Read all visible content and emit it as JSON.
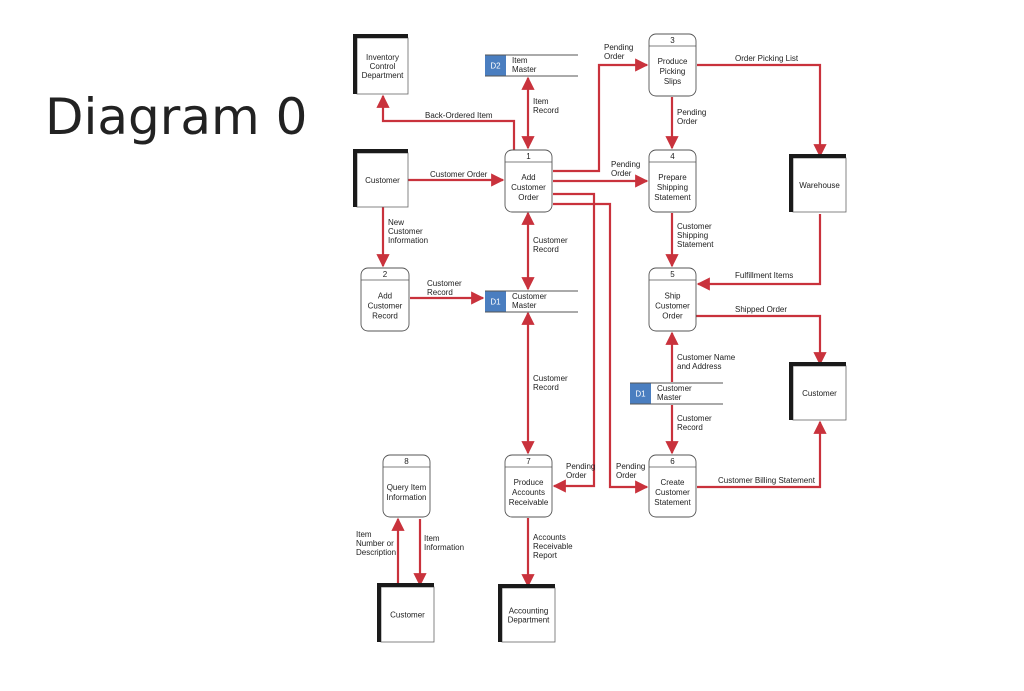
{
  "slide": {
    "title": "Diagram 0"
  },
  "colors": {
    "flow": "#c9323c",
    "store_id_bg": "#4a7ec0",
    "entity_shadow": "#1a1a1a"
  },
  "entities": {
    "inventory": [
      "Inventory",
      "Control",
      "Department"
    ],
    "customer_top": [
      "Customer"
    ],
    "warehouse": [
      "Warehouse"
    ],
    "customer_right": [
      "Customer"
    ],
    "customer_bottom": [
      "Customer"
    ],
    "accounting": [
      "Accounting",
      "Department"
    ]
  },
  "processes": {
    "p1": {
      "num": "1",
      "lines": [
        "Add",
        "Customer",
        "Order"
      ]
    },
    "p2": {
      "num": "2",
      "lines": [
        "Add",
        "Customer",
        "Record"
      ]
    },
    "p3": {
      "num": "3",
      "lines": [
        "Produce",
        "Picking",
        "Slips"
      ]
    },
    "p4": {
      "num": "4",
      "lines": [
        "Prepare",
        "Shipping",
        "Statement"
      ]
    },
    "p5": {
      "num": "5",
      "lines": [
        "Ship",
        "Customer",
        "Order"
      ]
    },
    "p6": {
      "num": "6",
      "lines": [
        "Create",
        "Customer",
        "Statement"
      ]
    },
    "p7": {
      "num": "7",
      "lines": [
        "Produce",
        "Accounts",
        "Receivable"
      ]
    },
    "p8": {
      "num": "8",
      "lines": [
        "Query Item",
        "Information"
      ]
    }
  },
  "stores": {
    "d2": {
      "id": "D2",
      "lines": [
        "Item",
        "Master"
      ]
    },
    "d1a": {
      "id": "D1",
      "lines": [
        "Customer",
        "Master"
      ]
    },
    "d1b": {
      "id": "D1",
      "lines": [
        "Customer",
        "Master"
      ]
    }
  },
  "flows": {
    "back_ordered": [
      "Back-Ordered Item"
    ],
    "item_record": [
      "Item",
      "Record"
    ],
    "pending_to3": [
      "Pending",
      "Order"
    ],
    "order_picking": [
      "Order Picking List"
    ],
    "customer_order": [
      "Customer Order"
    ],
    "pending_3to4": [
      "Pending",
      "Order"
    ],
    "pending_to4": [
      "Pending",
      "Order"
    ],
    "new_customer": [
      "New",
      "Customer",
      "Information"
    ],
    "customer_record_1": [
      "Customer",
      "Record"
    ],
    "customer_shipping": [
      "Customer",
      "Shipping",
      "Statement"
    ],
    "fulfillment": [
      "Fulfillment Items"
    ],
    "customer_record_2": [
      "Customer",
      "Record"
    ],
    "shipped_order": [
      "Shipped Order"
    ],
    "customer_record_3": [
      "Customer",
      "Record"
    ],
    "customer_name": [
      "Customer Name",
      "and Address"
    ],
    "customer_record_4": [
      "Customer",
      "Record"
    ],
    "pending_to7": [
      "Pending",
      "Order"
    ],
    "pending_to6": [
      "Pending",
      "Order"
    ],
    "billing": [
      "Customer Billing Statement"
    ],
    "item_number": [
      "Item",
      "Number or",
      "Description"
    ],
    "item_info": [
      "Item",
      "Information"
    ],
    "ar_report": [
      "Accounts",
      "Receivable",
      "Report"
    ]
  }
}
